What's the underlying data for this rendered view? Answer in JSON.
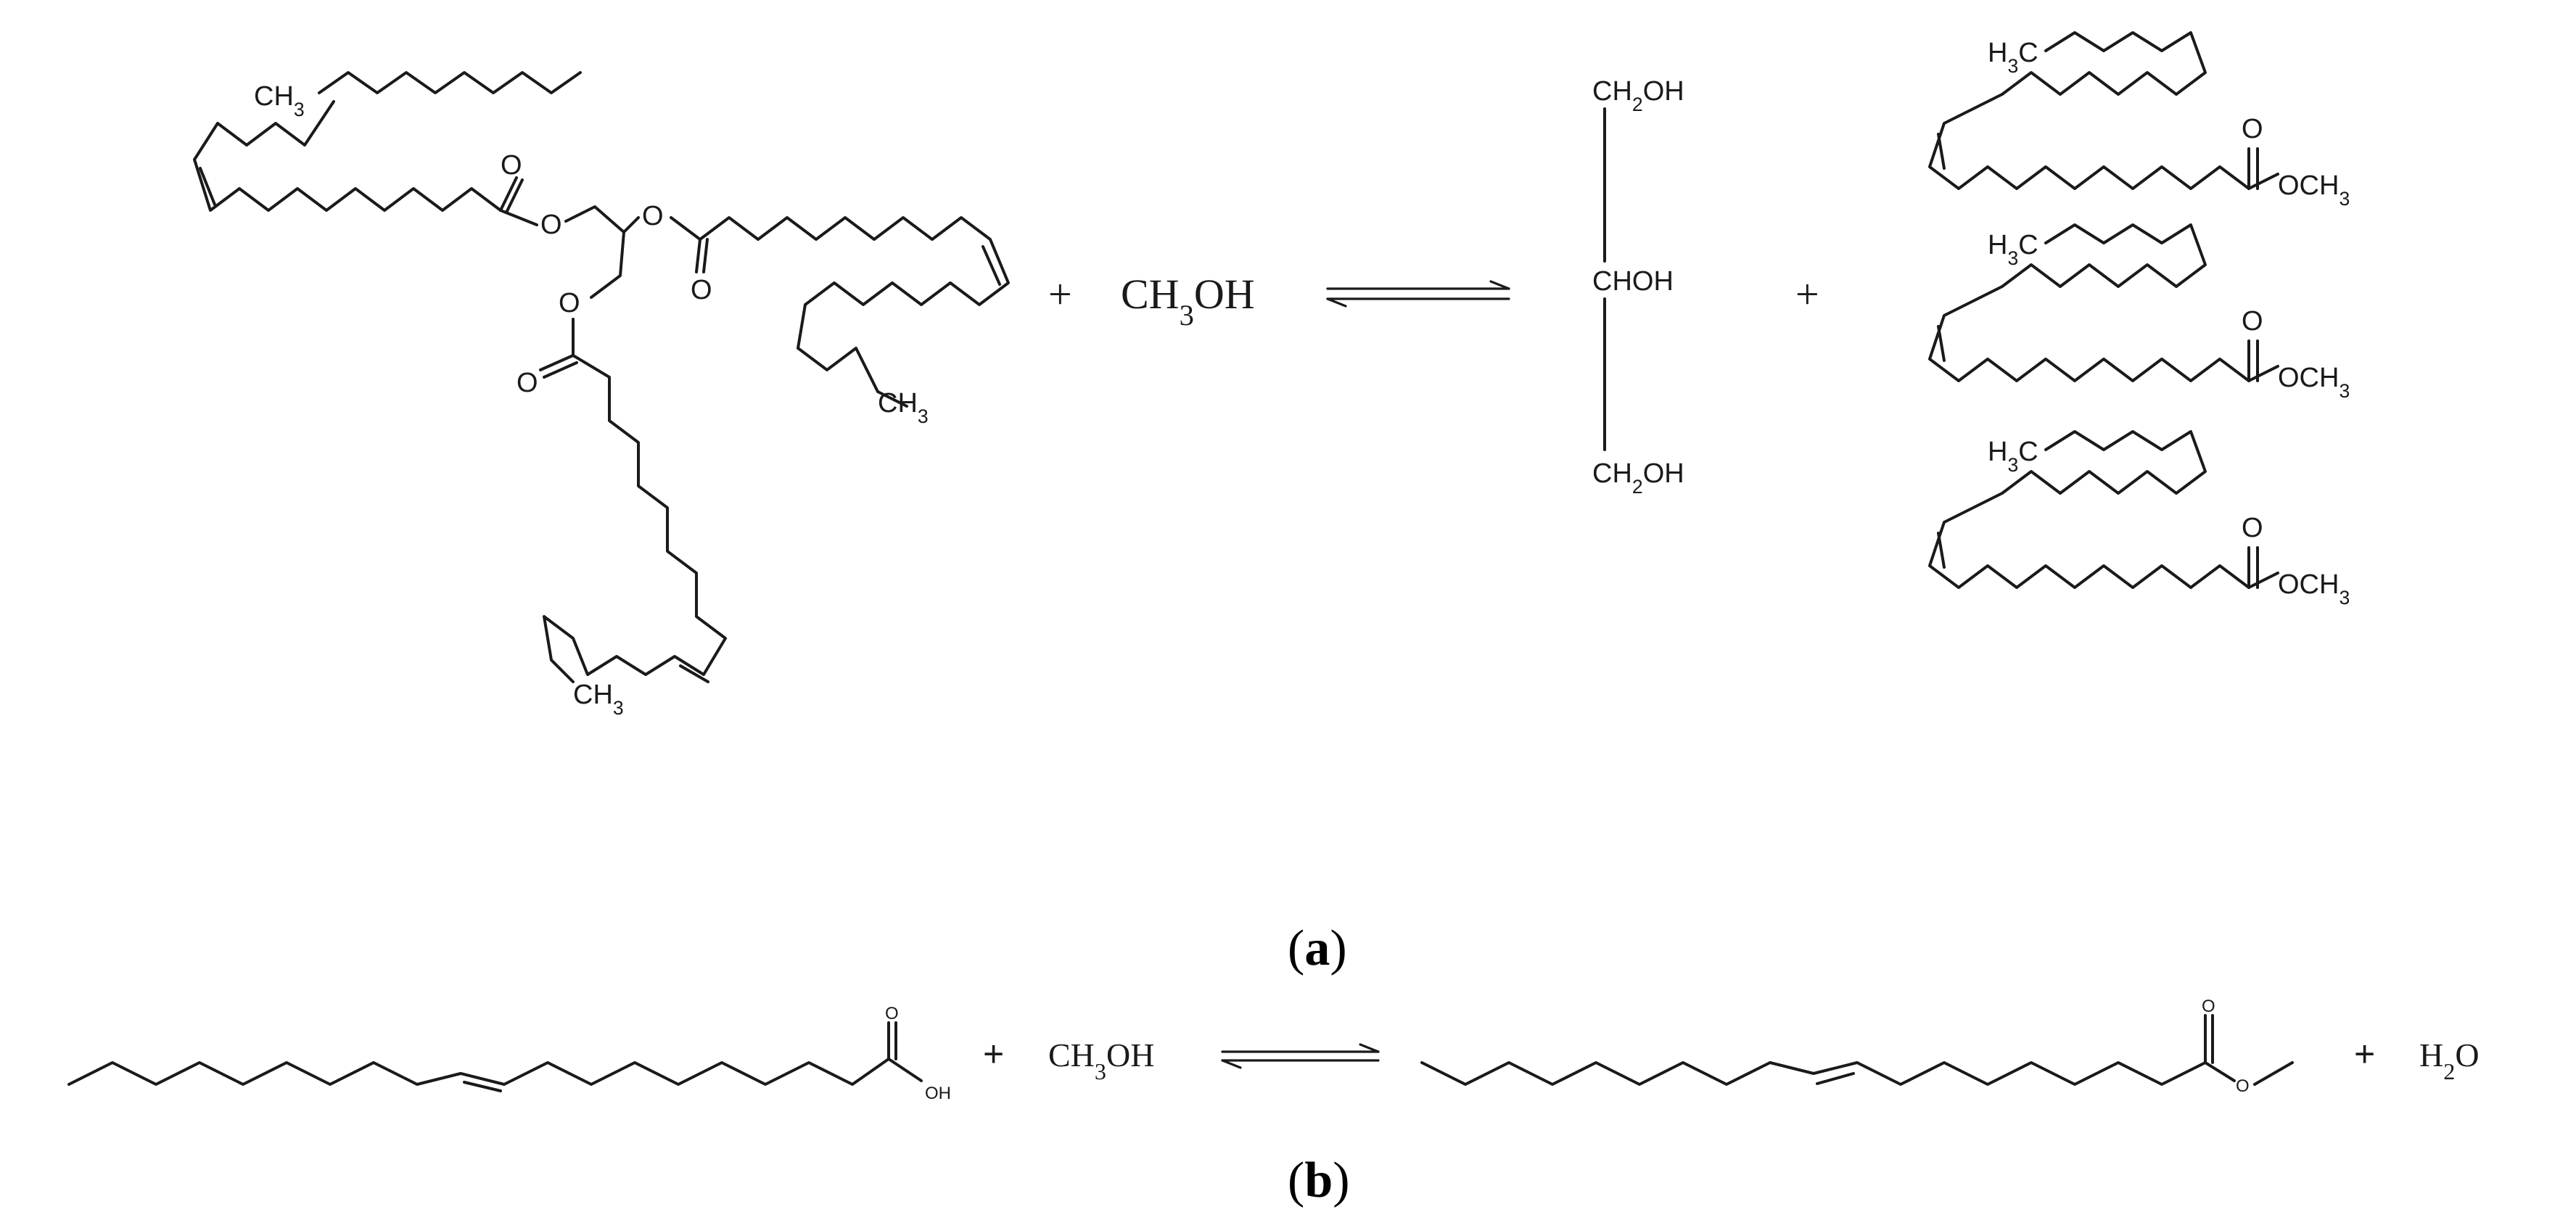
{
  "panels": {
    "a": {
      "label_open": "(",
      "label_letter": "a",
      "label_close": ")",
      "triglyceride": {
        "chain1_terminal": "CH3",
        "chain2_terminal": "CH3",
        "chain3_terminal": "CH3"
      },
      "reagent": "CH3OH",
      "glycerol": {
        "top": "CH2OH",
        "middle": "CHOH",
        "bottom": "CH2OH"
      },
      "methyl_esters": [
        {
          "terminal": "H3C",
          "carbonyl_o": "O",
          "ester": "OCH3"
        },
        {
          "terminal": "H3C",
          "carbonyl_o": "O",
          "ester": "OCH3"
        },
        {
          "terminal": "H3C",
          "carbonyl_o": "O",
          "ester": "OCH3"
        }
      ],
      "plus": "+"
    },
    "b": {
      "label_open": "(",
      "label_letter": "b",
      "label_close": ")",
      "acid_oh": "OH",
      "acid_o": "O",
      "ester_o": "O",
      "ester_o2": "O",
      "reagent": "CH3OH",
      "water": "H2O",
      "plus": "+"
    }
  }
}
